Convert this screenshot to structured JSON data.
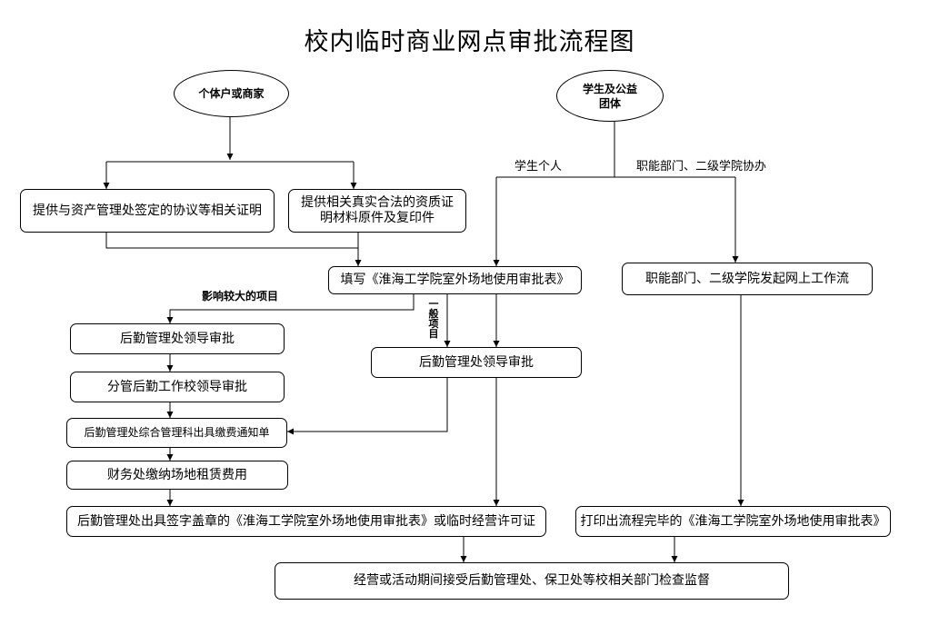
{
  "title": "校内临时商业网点审批流程图",
  "starts": {
    "individual": "个体户或商家",
    "student_org": "学生及公益\n团体"
  },
  "branch_labels": {
    "student_personal": "学生个人",
    "department": "职能部门、二级学院协办",
    "big_project": "影响较大的项目",
    "general_project": "一般项目"
  },
  "steps": {
    "provide_agreement": "提供与资产管理处签定的协议等相关证明",
    "provide_qualification": "提供相关真实合法的资质证\n明材料原件及复印件",
    "fill_form": "填写《淮海工学院室外场地使用审批表》",
    "dept_workflow": "职能部门、二级学院发起网上工作流",
    "logistics_leader_left": "后勤管理处领导审批",
    "logistics_leader_mid": "后勤管理处领导审批",
    "vice_president": "分管后勤工作校领导审批",
    "fee_notice": "后勤管理处综合管理科出具缴费通知单",
    "pay_rent": "财务处缴纳场地租赁费用",
    "issue_permit": "后勤管理处出具签字盖章的《淮海工学院室外场地使用审批表》或临时经营许可证",
    "print_form": "打印出流程完毕的《淮海工学院室外场地使用审批表》",
    "supervision": "经营或活动期间接受后勤管理处、保卫处等校相关部门检查监督"
  },
  "line_color": "#000000"
}
